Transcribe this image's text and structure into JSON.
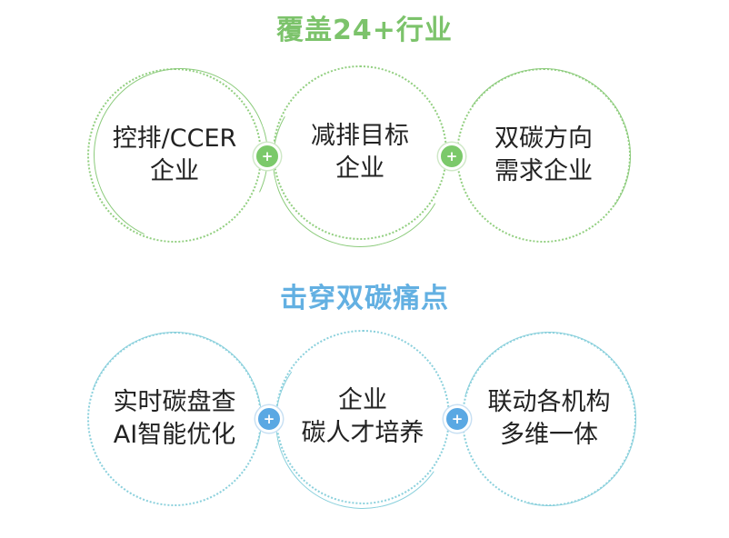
{
  "top": {
    "title": "覆盖24+行业",
    "accent": "#7cc36b",
    "circles": [
      {
        "line1": "控排/CCER",
        "line2": "企业"
      },
      {
        "line1": "减排目标",
        "line2": "企业"
      },
      {
        "line1": "双碳方向",
        "line2": "需求企业"
      }
    ],
    "connector_icon": "plus-icon"
  },
  "bottom": {
    "title": "击穿双碳痛点",
    "accent": "#63b0e2",
    "circles": [
      {
        "line1": "实时碳盘查",
        "line2": "AI智能优化"
      },
      {
        "line1": "企业",
        "line2": "碳人才培养"
      },
      {
        "line1": "联动各机构",
        "line2": "多维一体"
      }
    ],
    "connector_icon": "plus-icon"
  }
}
